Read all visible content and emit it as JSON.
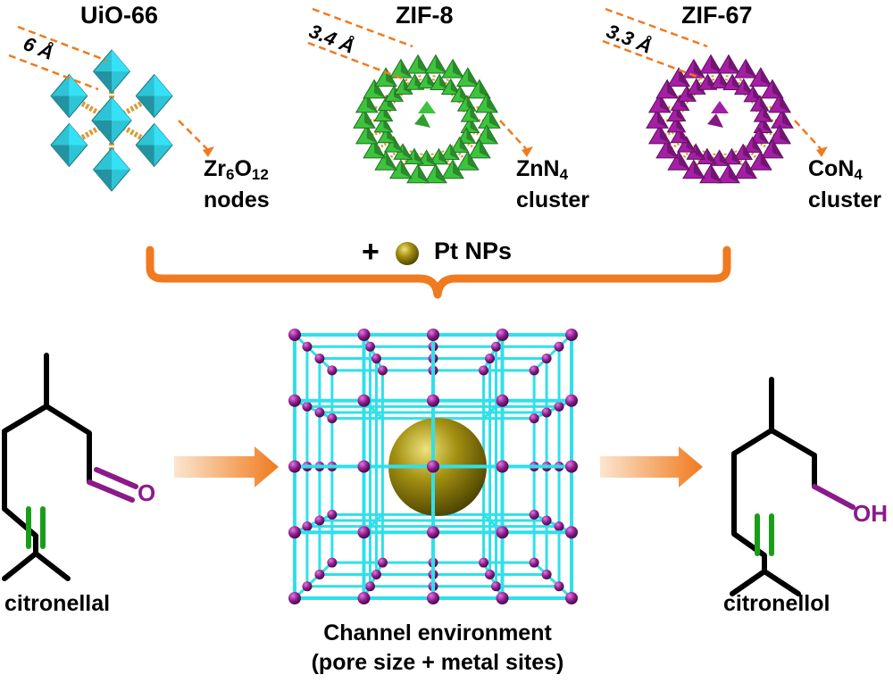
{
  "frameworks": [
    {
      "name": "UiO-66",
      "pore": "6 Å",
      "node_prefix": "Zr",
      "node_sub1": "6",
      "node_mid": "O",
      "node_sub2": "12",
      "node_line2": "nodes"
    },
    {
      "name": "ZIF-8",
      "pore": "3.4 Å",
      "node_prefix": "ZnN",
      "node_sub1": "4",
      "node_line2": "cluster"
    },
    {
      "name": "ZIF-67",
      "pore": "3.3 Å",
      "node_prefix": "CoN",
      "node_sub1": "4",
      "node_line2": "cluster"
    }
  ],
  "plus": "+",
  "pt_label": "Pt NPs",
  "reactant": {
    "name": "citronellal",
    "group": "O"
  },
  "product": {
    "name": "citronellol",
    "group": "OH"
  },
  "channel": {
    "line1": "Channel environment",
    "line2": "(pore size + metal sites)"
  },
  "colors": {
    "uio": "#2ec4d6",
    "zif8": "#3cc43c",
    "zif67": "#a51ea5",
    "arrow": "#f07a1e",
    "lattice": "#2fe0ea",
    "node": "#8b1a8b",
    "pt": "#9b8a0c",
    "alkene": "#1a9e1a",
    "carbonyl": "#8b1a8b"
  }
}
